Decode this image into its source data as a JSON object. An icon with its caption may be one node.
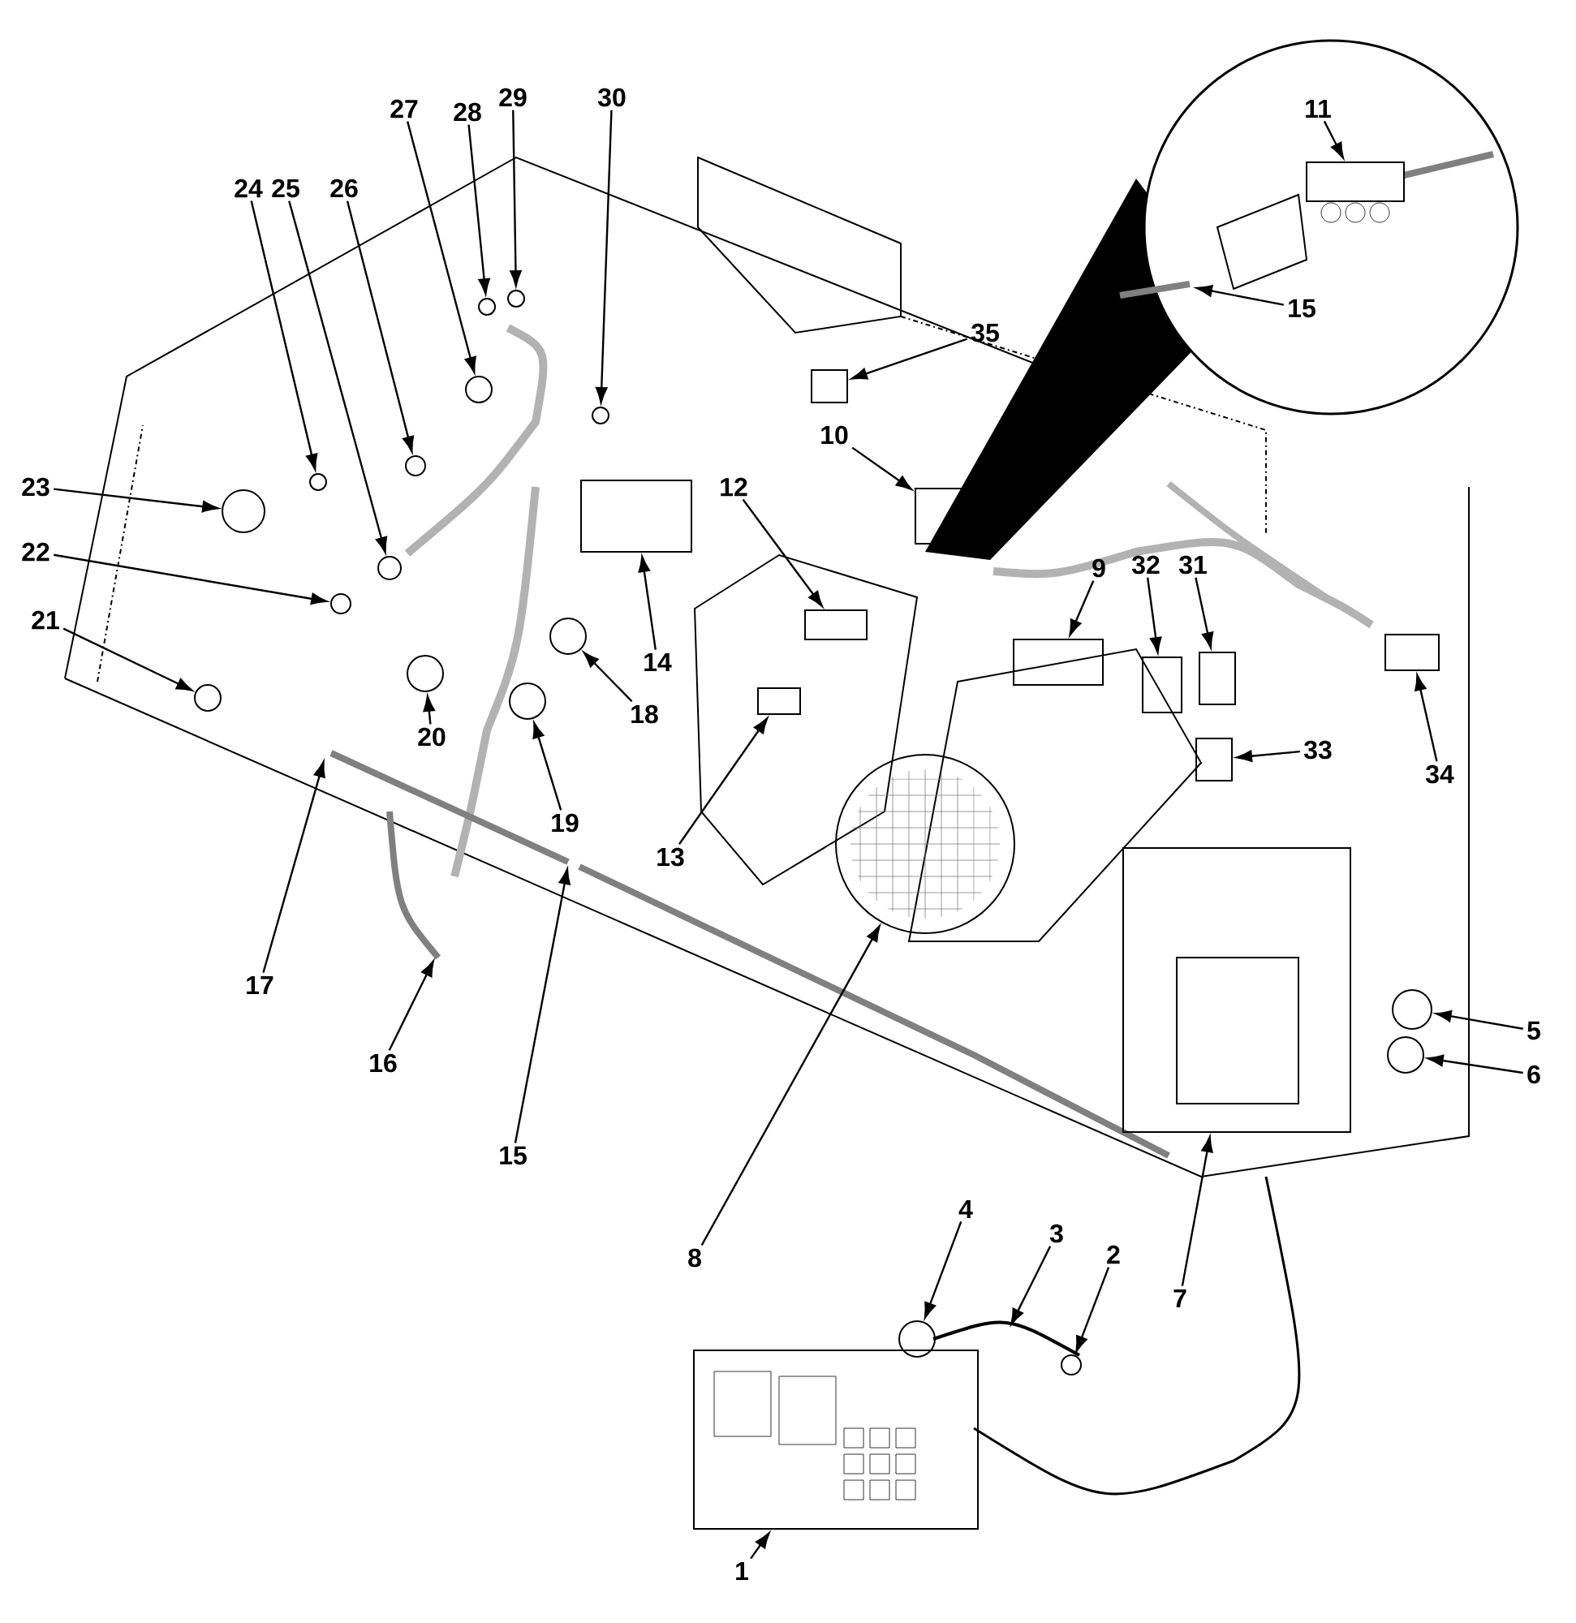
{
  "diagram": {
    "nodes": [
      {
        "text": [
          "1"
        ]
      },
      {
        "text": [
          "2"
        ]
      },
      {
        "text": [
          "3"
        ]
      },
      {
        "text": [
          "4"
        ]
      },
      {
        "text": [
          "5"
        ]
      },
      {
        "text": [
          "6"
        ]
      },
      {
        "text": [
          "7"
        ]
      },
      {
        "text": [
          "8"
        ]
      },
      {
        "text": [
          "9"
        ]
      },
      {
        "text": [
          "10"
        ]
      },
      {
        "text": [
          "11"
        ]
      },
      {
        "text": [
          "12"
        ]
      },
      {
        "text": [
          "13"
        ]
      },
      {
        "text": [
          "14"
        ]
      },
      {
        "text": [
          "15"
        ]
      },
      {
        "text": [
          "15"
        ]
      },
      {
        "text": [
          "16"
        ]
      },
      {
        "text": [
          "17"
        ]
      },
      {
        "text": [
          "18"
        ]
      },
      {
        "text": [
          "19"
        ]
      },
      {
        "text": [
          "20"
        ]
      },
      {
        "text": [
          "21"
        ]
      },
      {
        "text": [
          "22"
        ]
      },
      {
        "text": [
          "23"
        ]
      },
      {
        "text": [
          "24"
        ]
      },
      {
        "text": [
          "25"
        ]
      },
      {
        "text": [
          "26"
        ]
      },
      {
        "text": [
          "27"
        ]
      },
      {
        "text": [
          "28"
        ]
      },
      {
        "text": [
          "29"
        ]
      },
      {
        "text": [
          "30"
        ]
      },
      {
        "text": [
          "31"
        ]
      },
      {
        "text": [
          "32"
        ]
      },
      {
        "text": [
          "33"
        ]
      },
      {
        "text": [
          "34"
        ]
      },
      {
        "text": [
          "35"
        ]
      },
      {
        "text": [],
        "shape": "box"
      },
      {
        "text": [],
        "shape": "circle"
      },
      {
        "text": [],
        "shape": "cable"
      },
      {
        "text": [],
        "shape": "circle"
      },
      {
        "text": [],
        "shape": "circle"
      },
      {
        "text": [],
        "shape": "circle"
      },
      {
        "text": [],
        "shape": "box"
      },
      {
        "text": [],
        "shape": "circle"
      },
      {
        "text": [],
        "shape": "box"
      },
      {
        "text": [],
        "shape": "box"
      },
      {
        "text": [],
        "shape": "box"
      },
      {
        "text": [],
        "shape": "box"
      },
      {
        "text": [],
        "shape": "box"
      },
      {
        "text": [],
        "shape": "box"
      },
      {
        "text": [],
        "shape": "cable"
      },
      {
        "text": [],
        "shape": "cable"
      },
      {
        "text": [],
        "shape": "cable"
      },
      {
        "text": [],
        "shape": "circle"
      },
      {
        "text": [],
        "shape": "circle"
      },
      {
        "text": [],
        "shape": "circle"
      },
      {
        "text": [],
        "shape": "circle"
      },
      {
        "text": [],
        "shape": "circle"
      },
      {
        "text": [],
        "shape": "circle"
      },
      {
        "text": [],
        "shape": "circle"
      },
      {
        "text": [],
        "shape": "circle"
      },
      {
        "text": [],
        "shape": "circle"
      },
      {
        "text": [],
        "shape": "circle"
      },
      {
        "text": [],
        "shape": "circle"
      },
      {
        "text": [],
        "shape": "circle"
      },
      {
        "text": [],
        "shape": "circle"
      },
      {
        "text": [],
        "shape": "box"
      },
      {
        "text": [],
        "shape": "box"
      },
      {
        "text": [],
        "shape": "box"
      },
      {
        "text": [],
        "shape": "box"
      },
      {
        "text": [],
        "shape": "box"
      }
    ],
    "edges": [
      {
        "from": 0,
        "to": 36,
        "arrow": "to"
      },
      {
        "from": 1,
        "to": 37,
        "arrow": "to"
      },
      {
        "from": 2,
        "to": 38,
        "arrow": "to"
      },
      {
        "from": 3,
        "to": 39,
        "arrow": "to"
      },
      {
        "from": 4,
        "to": 40,
        "arrow": "to"
      },
      {
        "from": 5,
        "to": 41,
        "arrow": "to"
      },
      {
        "from": 6,
        "to": 42,
        "arrow": "to"
      },
      {
        "from": 7,
        "to": 43,
        "arrow": "to"
      },
      {
        "from": 8,
        "to": 44,
        "arrow": "to"
      },
      {
        "from": 9,
        "to": 45,
        "arrow": "to"
      },
      {
        "from": 10,
        "to": 46,
        "arrow": "to"
      },
      {
        "from": 11,
        "to": 47,
        "arrow": "to"
      },
      {
        "from": 12,
        "to": 48,
        "arrow": "to"
      },
      {
        "from": 13,
        "to": 49,
        "arrow": "to"
      },
      {
        "from": 14,
        "to": 50,
        "arrow": "to"
      },
      {
        "from": 15,
        "to": 51,
        "arrow": "to"
      },
      {
        "from": 16,
        "to": 52,
        "arrow": "to"
      },
      {
        "from": 17,
        "to": 50,
        "arrow": "to"
      },
      {
        "from": 18,
        "to": 53,
        "arrow": "to"
      },
      {
        "from": 19,
        "to": 54,
        "arrow": "to"
      },
      {
        "from": 20,
        "to": 55,
        "arrow": "to"
      },
      {
        "from": 21,
        "to": 56,
        "arrow": "to"
      },
      {
        "from": 22,
        "to": 57,
        "arrow": "to"
      },
      {
        "from": 23,
        "to": 58,
        "arrow": "to"
      },
      {
        "from": 24,
        "to": 59,
        "arrow": "to"
      },
      {
        "from": 25,
        "to": 60,
        "arrow": "to"
      },
      {
        "from": 26,
        "to": 61,
        "arrow": "to"
      },
      {
        "from": 27,
        "to": 62,
        "arrow": "to"
      },
      {
        "from": 28,
        "to": 63,
        "arrow": "to"
      },
      {
        "from": 29,
        "to": 64,
        "arrow": "to"
      },
      {
        "from": 30,
        "to": 65,
        "arrow": "to"
      },
      {
        "from": 31,
        "to": 66,
        "arrow": "to"
      },
      {
        "from": 32,
        "to": 67,
        "arrow": "to"
      },
      {
        "from": 33,
        "to": 68,
        "arrow": "to"
      },
      {
        "from": 34,
        "to": 69,
        "arrow": "to"
      },
      {
        "from": 35,
        "to": 70,
        "arrow": "to"
      }
    ]
  }
}
